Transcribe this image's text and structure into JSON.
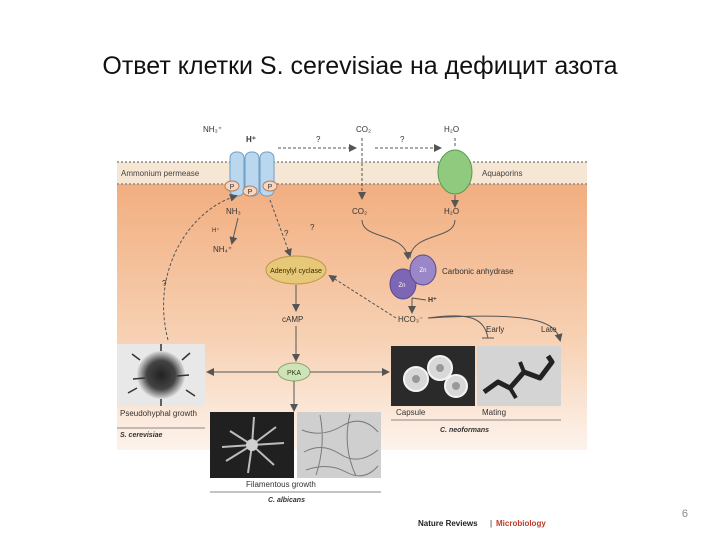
{
  "slide": {
    "title": "Ответ клетки S. cerevisiae на дефицит азота",
    "page_number": "6"
  },
  "diagram": {
    "nh3_top": "NH₃⁺",
    "h_plus_top": "H⁺",
    "q1": "?",
    "co2_top": "CO₂",
    "q2": "?",
    "h2o_top": "H₂O",
    "ammonium_permease": "Ammonium permease",
    "aquaporins": "Aquaporins",
    "p_label": "P",
    "nh3_inner": "NH₃",
    "h_plus_inner": "H⁺",
    "nh4": "NH₄⁺",
    "co2_inner": "CO₂",
    "h2o_inner": "H₂O",
    "q3": "?",
    "q4": "?",
    "adenylyl_cyclase": "Adenylyl cyclase",
    "zn": "Zn",
    "carbonic_anhydrase": "Carbonic anhydrase",
    "h_plus_ca": "H⁺",
    "camp": "cAMP",
    "hco3": "HCO₃⁻",
    "early": "Early",
    "late": "Late",
    "pka": "PKA",
    "pseudohyphal": "Pseudohyphal growth",
    "s_cerevisiae": "S. cerevisiae",
    "capsule": "Capsule",
    "mating": "Mating",
    "c_neoformans": "C. neoformans",
    "filamentous": "Filamentous growth",
    "c_albicans": "C. albicans",
    "publisher_a": "Nature Reviews",
    "publisher_b": "Microbiology"
  },
  "colors": {
    "membrane_top": "#f6e6d4",
    "cytoplasm": "#f2b48a",
    "permease": "#b9d7ee",
    "aquaporin": "#8fca7e",
    "adenylyl": "#e6c878",
    "carbonic": "#9b86c8",
    "pka": "#cfe3b8",
    "publisher_red": "#c0392b"
  }
}
